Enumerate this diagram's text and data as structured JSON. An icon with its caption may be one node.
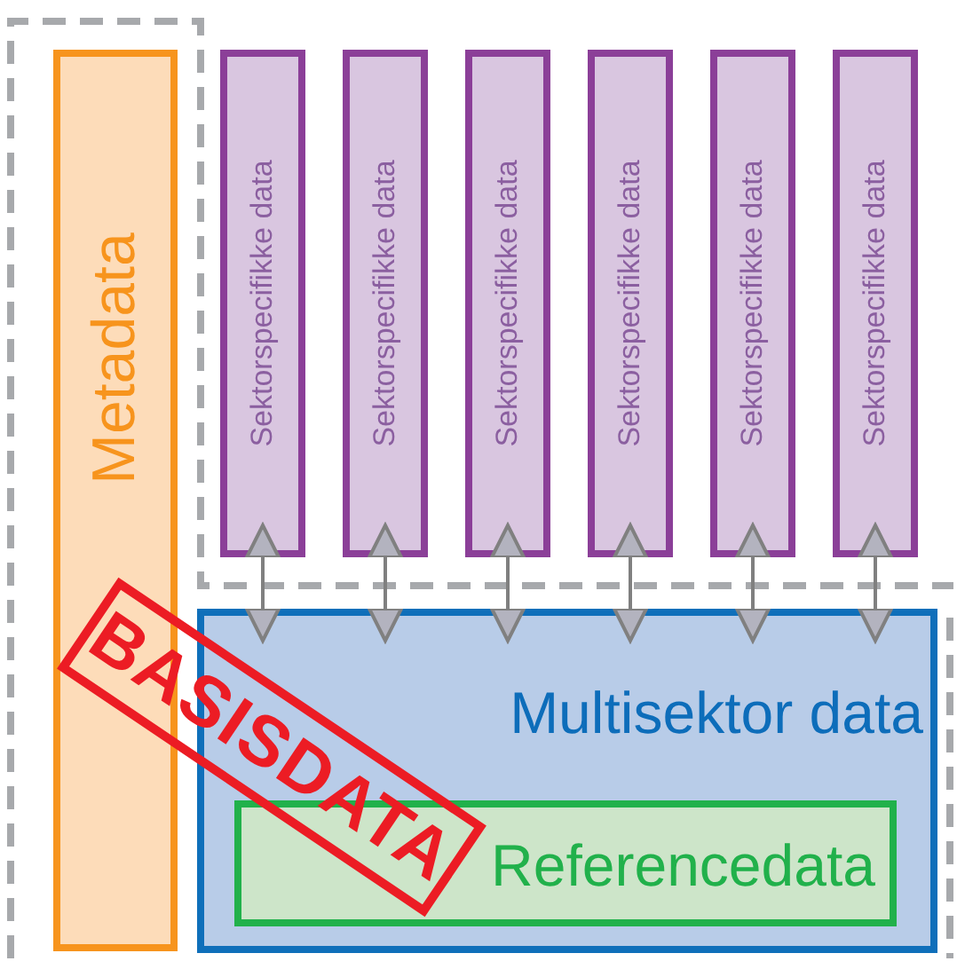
{
  "diagram": {
    "nodes": [
      {
        "text": [
          "Metadata"
        ]
      },
      {
        "text": [
          "Sektorspecifikke data"
        ]
      },
      {
        "text": [
          "Sektorspecifikke data"
        ]
      },
      {
        "text": [
          "Sektorspecifikke data"
        ]
      },
      {
        "text": [
          "Sektorspecifikke data"
        ]
      },
      {
        "text": [
          "Sektorspecifikke data"
        ]
      },
      {
        "text": [
          "Sektorspecifikke data"
        ]
      },
      {
        "text": [
          "Multisektor data"
        ]
      },
      {
        "text": [
          "Referencedata"
        ],
        "in": 7
      }
    ],
    "edges": [
      {
        "from": 1,
        "to": 7,
        "arrow": "both"
      },
      {
        "from": 2,
        "to": 7,
        "arrow": "both"
      },
      {
        "from": 3,
        "to": 7,
        "arrow": "both"
      },
      {
        "from": 4,
        "to": 7,
        "arrow": "both"
      },
      {
        "from": 5,
        "to": 7,
        "arrow": "both"
      },
      {
        "from": 6,
        "to": 7,
        "arrow": "both"
      }
    ],
    "labels": [
      "BASISDATA"
    ]
  }
}
